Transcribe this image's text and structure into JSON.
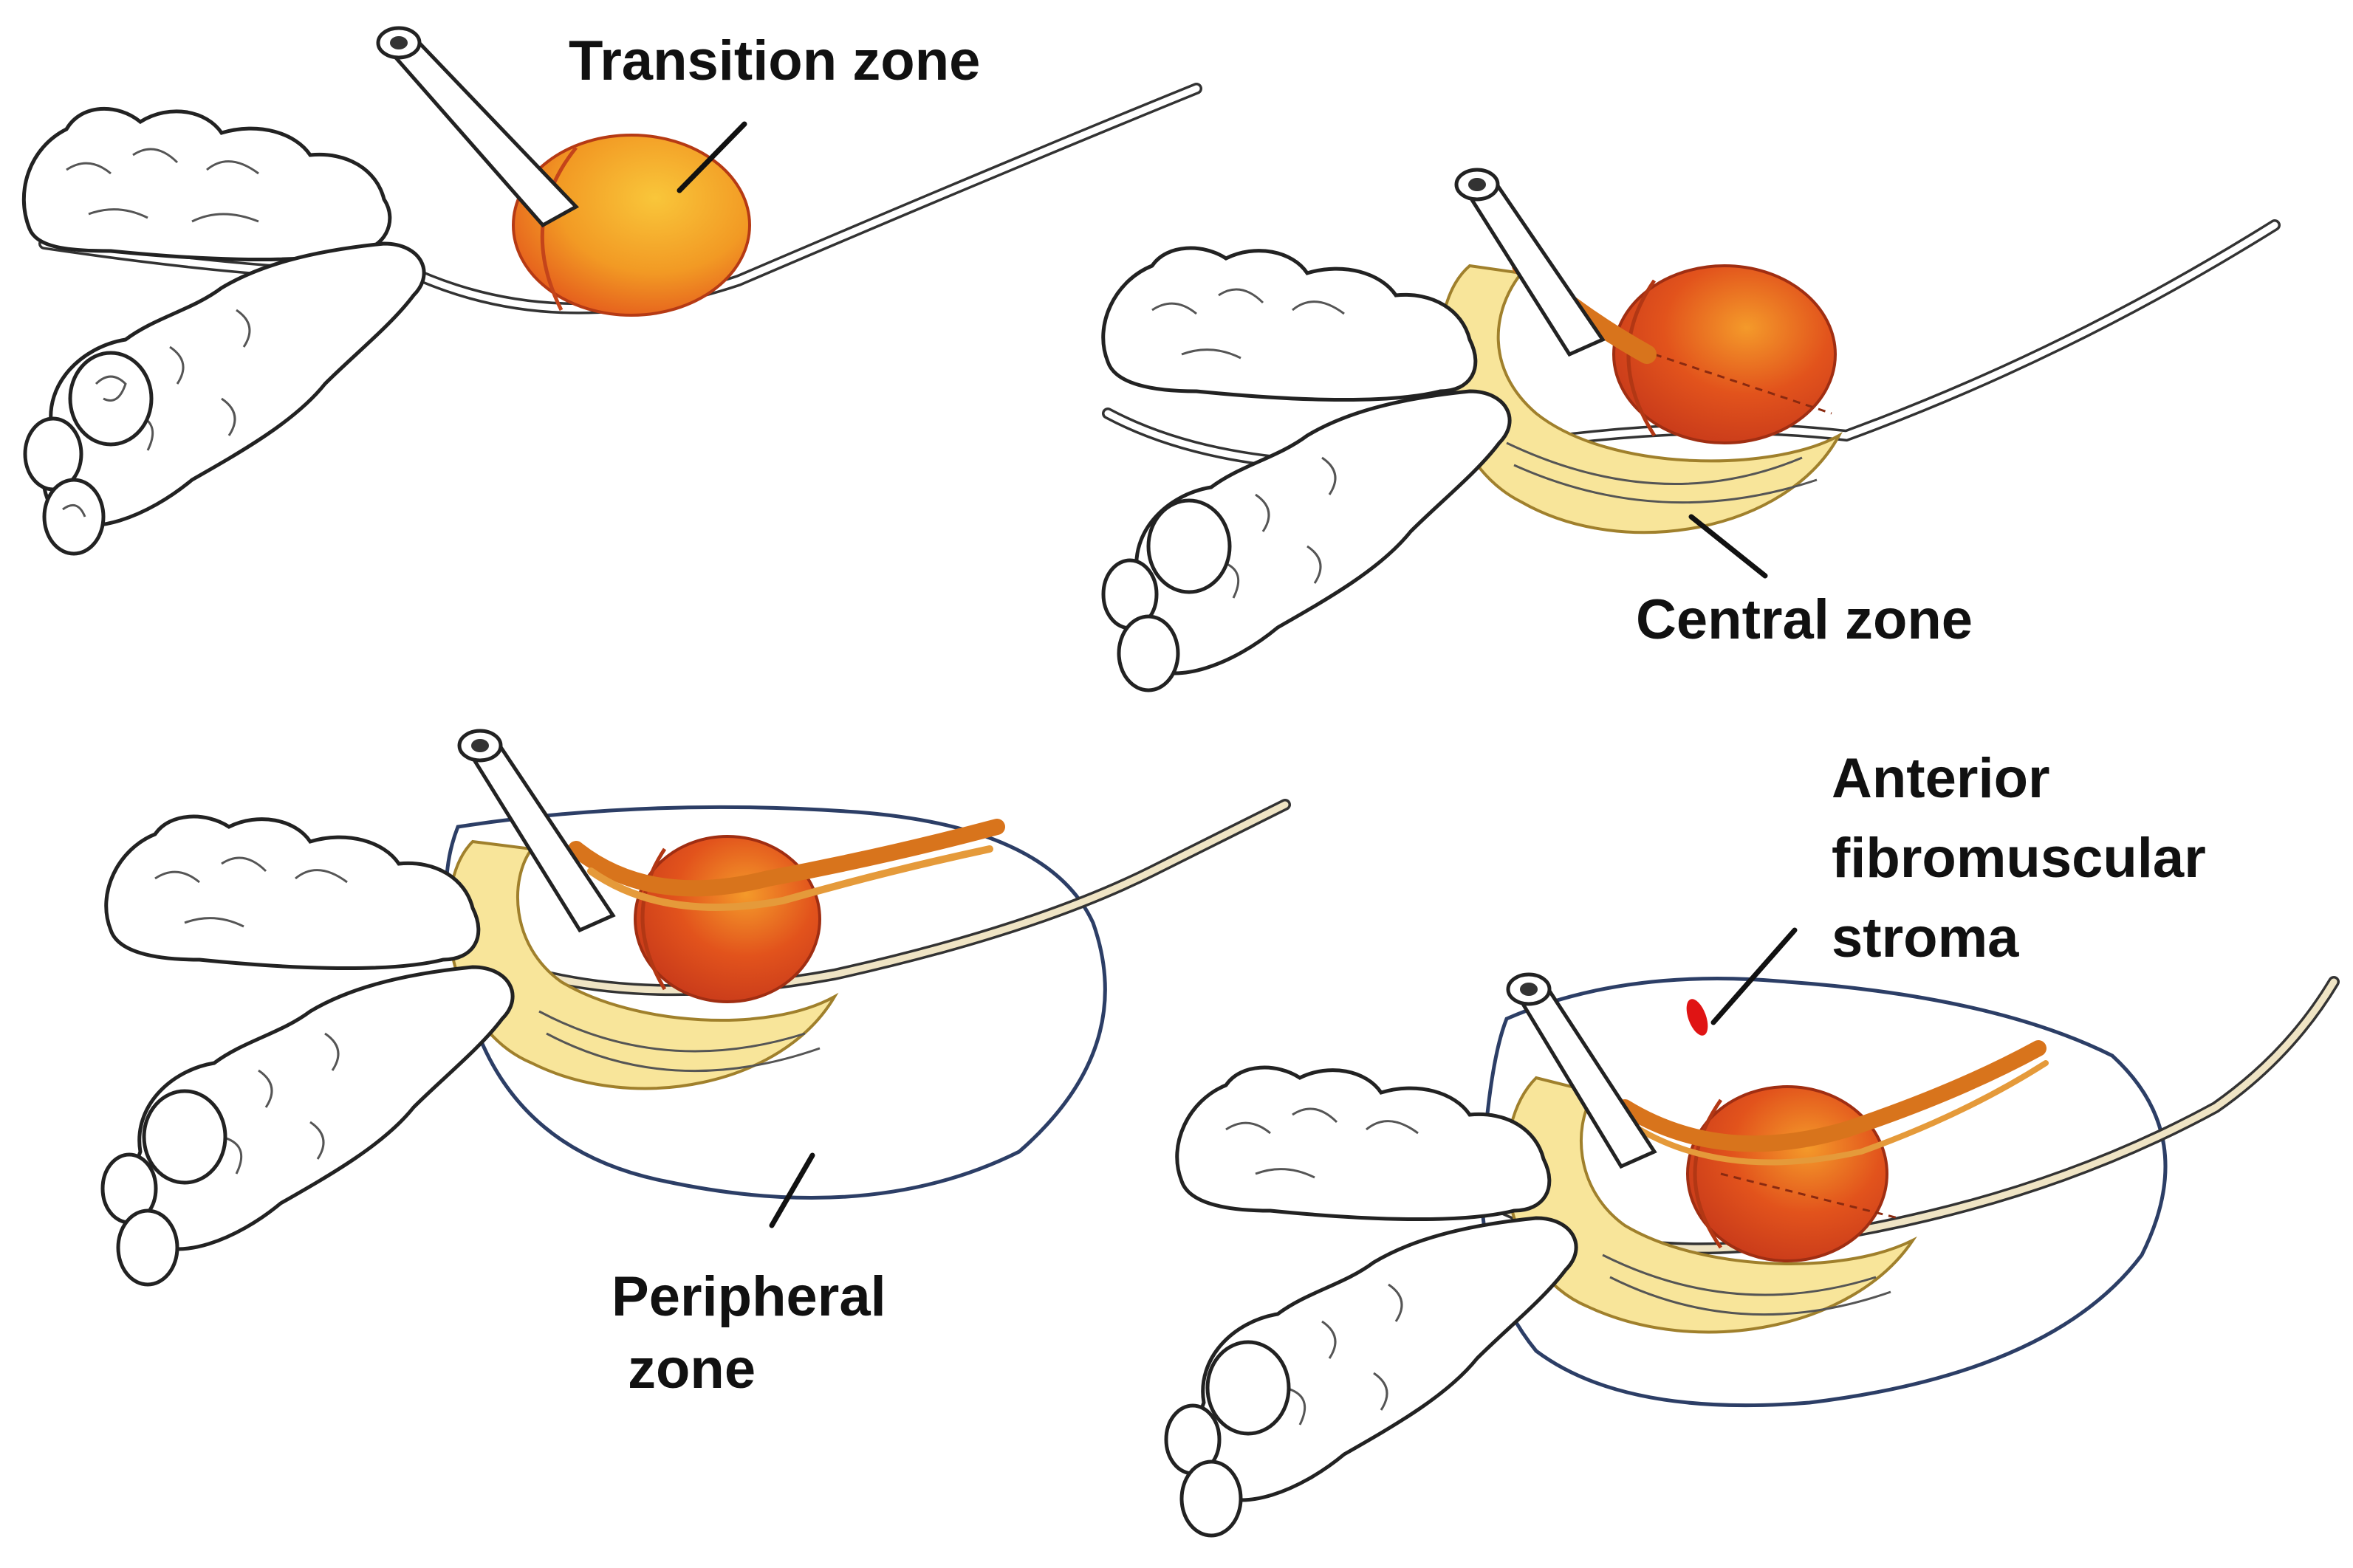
{
  "labels": {
    "transition": "Transition zone",
    "central": "Central zone",
    "peripheral_1": "Peripheral",
    "peripheral_2": "zone",
    "afs_1": "Anterior",
    "afs_2": "fibromuscular",
    "afs_3": "stroma"
  },
  "colors": {
    "transition_zone": "#e8561c",
    "transition_highlight": "#f7a623",
    "central_zone": "#f8e59a",
    "peripheral_outline": "#2c3e66",
    "stroma_marker": "#e01414",
    "ducts": "#d8741c"
  }
}
